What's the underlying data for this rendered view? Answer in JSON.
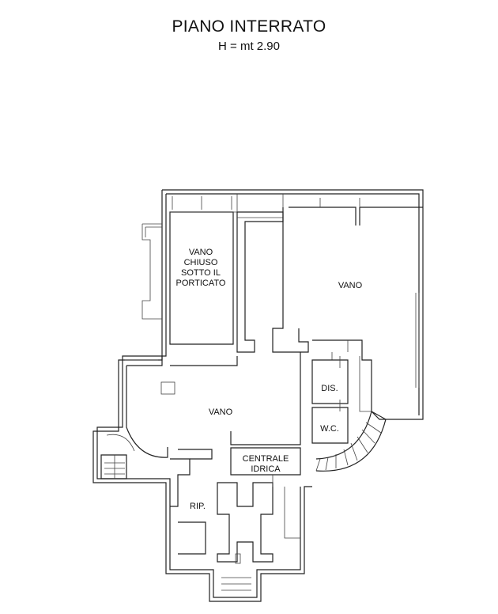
{
  "header": {
    "title": "PIANO INTERRATO",
    "height_note": "H = mt 2.90"
  },
  "rooms": {
    "vano_chiuso": [
      "VANO",
      "CHIUSO",
      "SOTTO IL",
      "PORTICATO"
    ],
    "vano_right": "VANO",
    "vano_center": "VANO",
    "dis": "DIS.",
    "wc": "W.C.",
    "centrale": [
      "CENTRALE",
      "IDRICA"
    ],
    "rip": "RIP."
  }
}
